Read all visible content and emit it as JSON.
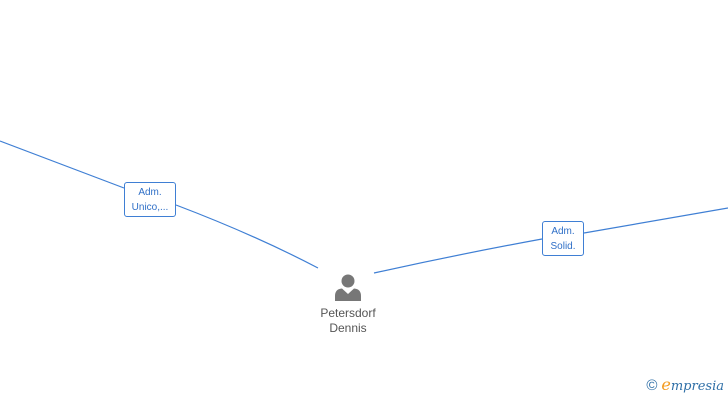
{
  "diagram": {
    "edges": [
      {
        "id": "edge-left",
        "label_lines": [
          "Adm.",
          "Unico,..."
        ]
      },
      {
        "id": "edge-right",
        "label_lines": [
          "Adm.",
          "Solid."
        ]
      }
    ],
    "person": {
      "icon": "person-icon",
      "name_lines": [
        "Petersdorf",
        "Dennis"
      ]
    },
    "colors": {
      "edge": "#3f7fd4",
      "label_text": "#2f6fc7",
      "person_icon": "#777777",
      "person_text": "#555555"
    }
  },
  "watermark": {
    "symbol": "©",
    "brand_first_letter": "e",
    "brand_rest": "mpresia",
    "colors": {
      "accent": "#f39a1e",
      "primary": "#2f6fa7"
    }
  }
}
